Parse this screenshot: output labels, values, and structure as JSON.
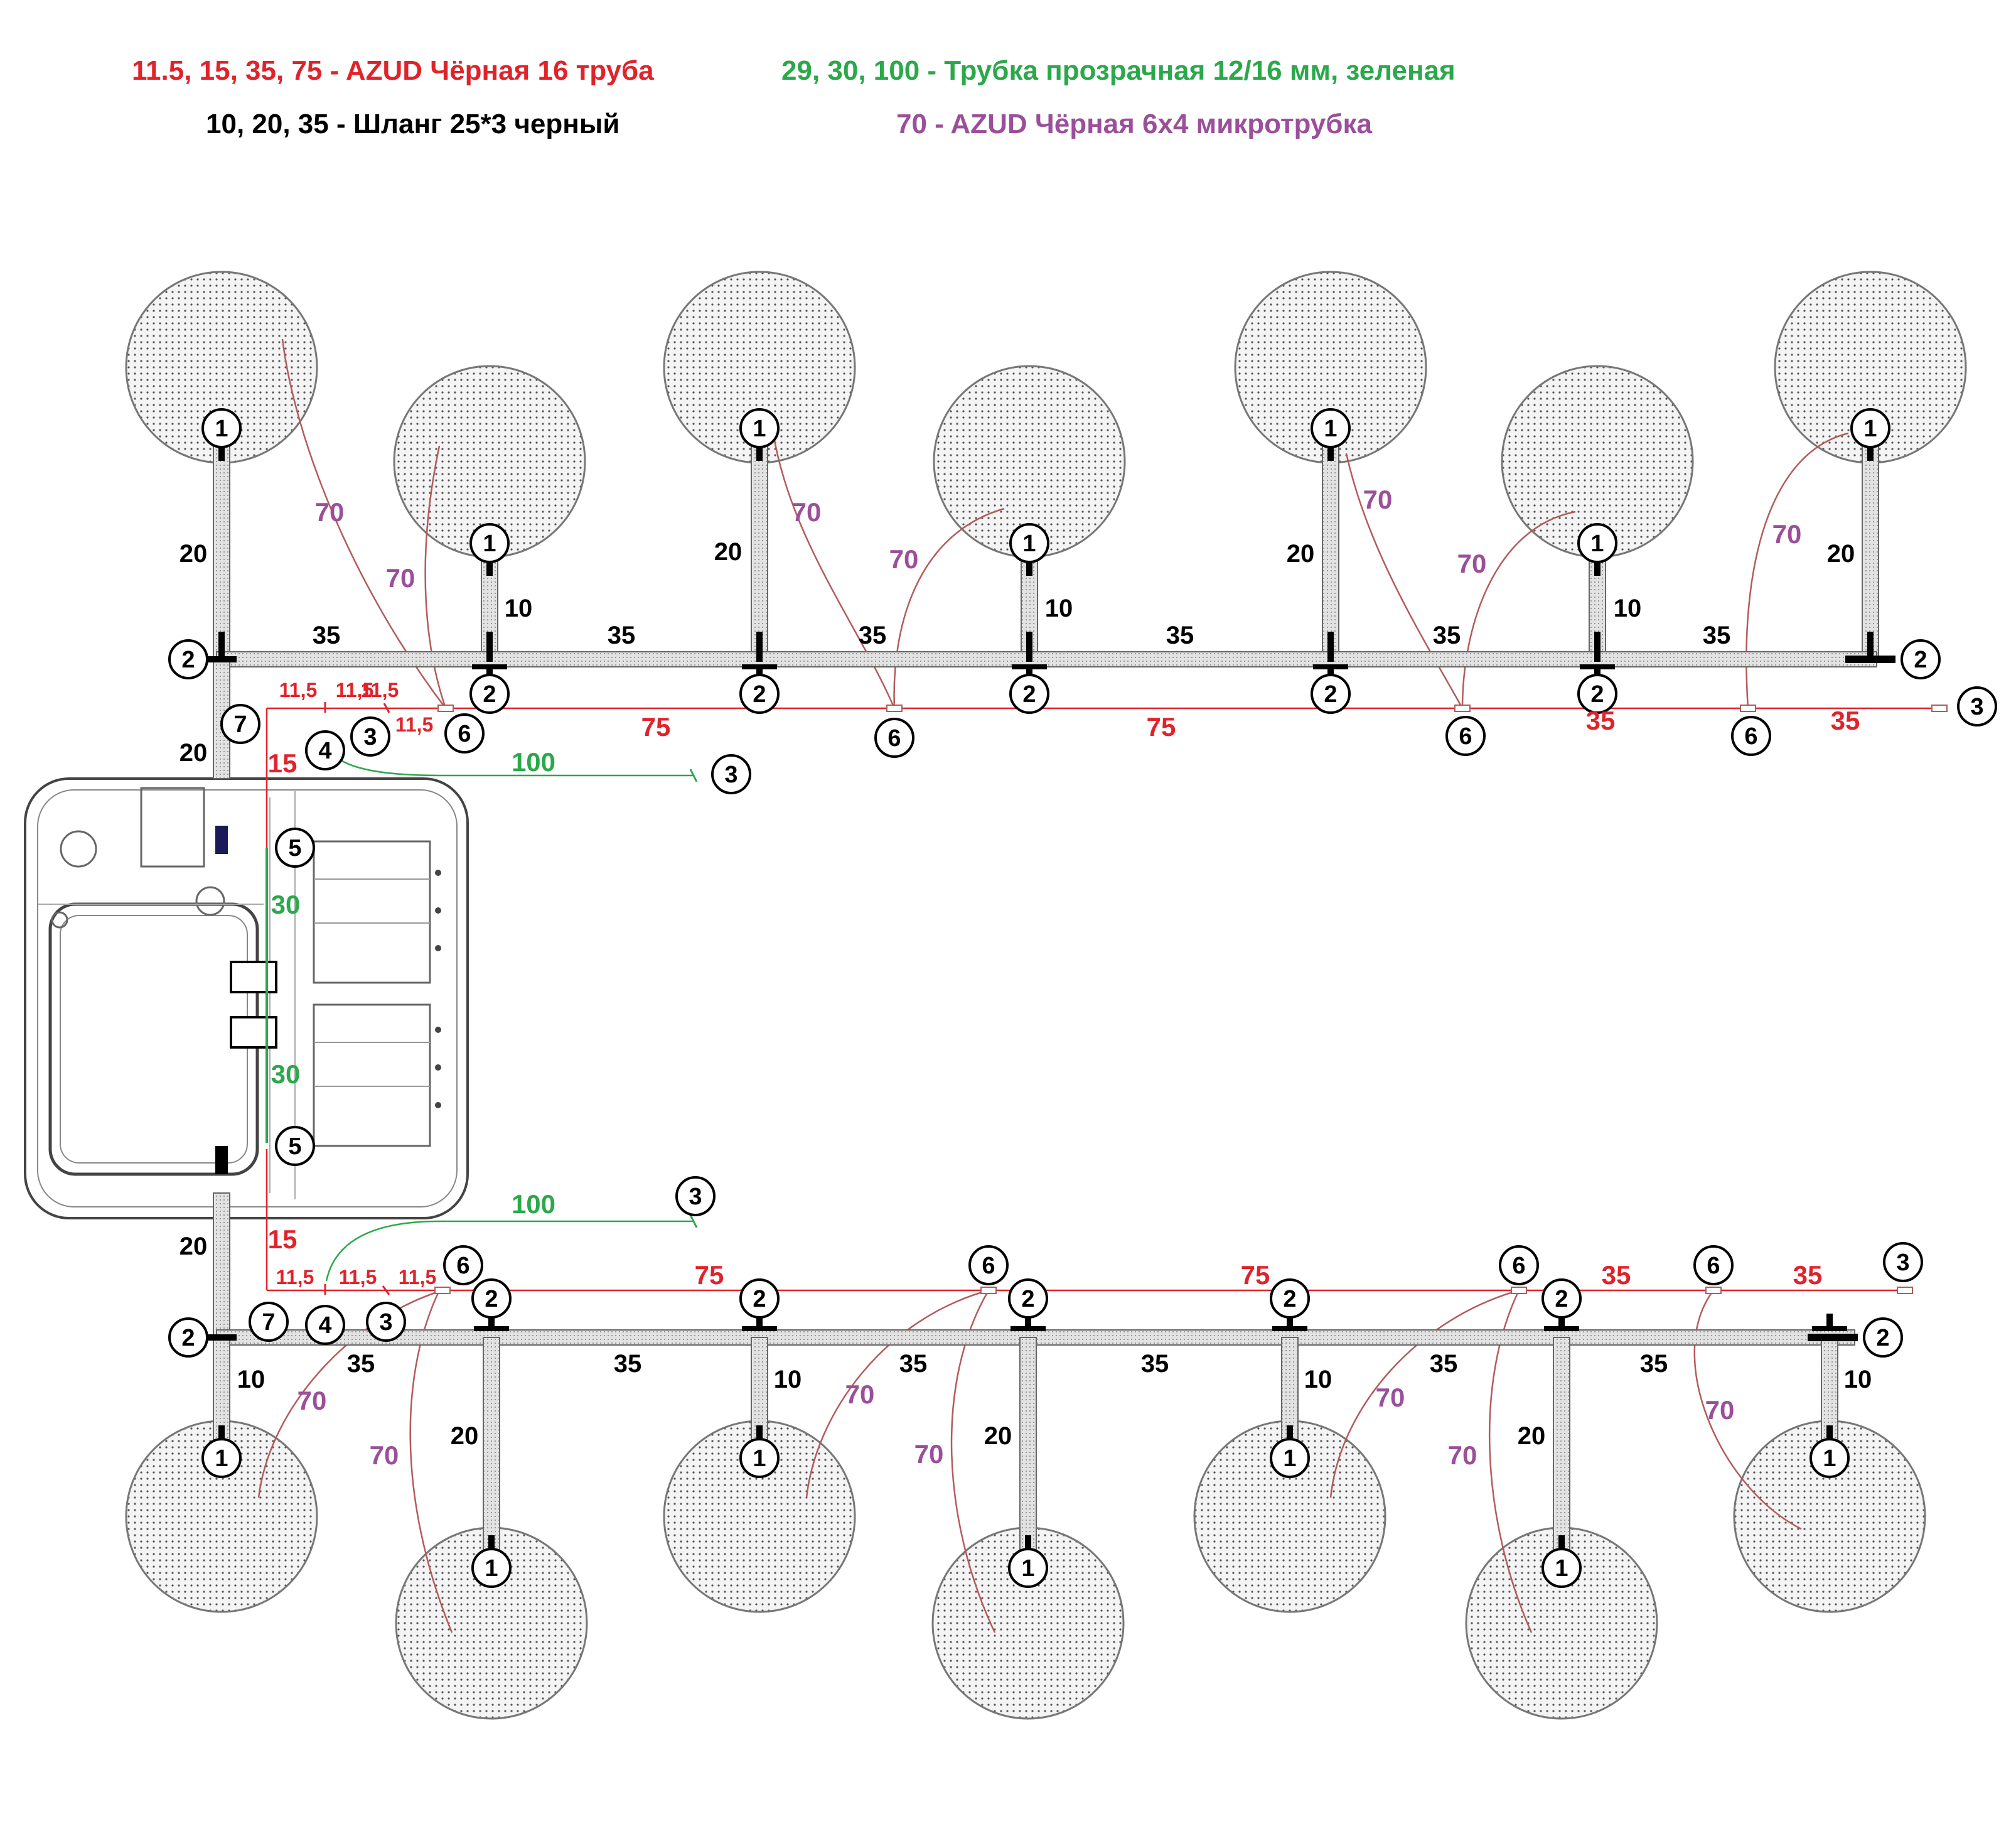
{
  "legend": {
    "red": "11.5, 15, 35, 75 - AZUD Чёрная 16 труба",
    "green": "29, 30, 100 - Трубка прозрачная 12/16 мм, зеленая",
    "black": "10, 20, 35 - Шланг  25*3 черный",
    "purple": "70 - AZUD Чёрная 6х4 микротрубка"
  },
  "colors": {
    "red": "#e0232b",
    "green": "#2aa84a",
    "black": "#000000",
    "purple": "#9b4f9a",
    "micro_line": "#b45a5a",
    "crown_fill": "#ececec",
    "pipe_fill": "#d8d8d8"
  },
  "markers": {
    "tree": "1",
    "tee": "2",
    "end_plug": "3",
    "connector": "4",
    "green_node": "5",
    "dripper": "6",
    "valve": "7"
  },
  "labels": {
    "top_trunk_left": "20",
    "top_branches": [
      "10",
      "20",
      "10",
      "20",
      "10",
      "20"
    ],
    "top_main": [
      "35",
      "35",
      "35",
      "35",
      "35",
      "35",
      "35"
    ],
    "top_micro": [
      "70",
      "70",
      "70",
      "70",
      "70",
      "70",
      "70"
    ],
    "top_red_small": [
      "11,5",
      "11,5",
      "11,5"
    ],
    "top_red_main": [
      "75",
      "75",
      "35",
      "35"
    ],
    "top_red_riser": "15",
    "top_green": "100",
    "green_riser": [
      "30",
      "30"
    ],
    "bottom_trunk_left": "20",
    "bottom_red_riser": "15",
    "bottom_green": "100",
    "bottom_red_small": [
      "11,5",
      "11,5",
      "11,5"
    ],
    "bottom_red_main": [
      "75",
      "75",
      "35",
      "35"
    ],
    "bottom_main": [
      "35",
      "35",
      "35",
      "35",
      "35",
      "35",
      "35"
    ],
    "bottom_branches": [
      "10",
      "20",
      "10",
      "20",
      "10",
      "20",
      "10"
    ],
    "bottom_micro": [
      "70",
      "70",
      "70",
      "70",
      "70",
      "70",
      "70",
      "70"
    ]
  }
}
